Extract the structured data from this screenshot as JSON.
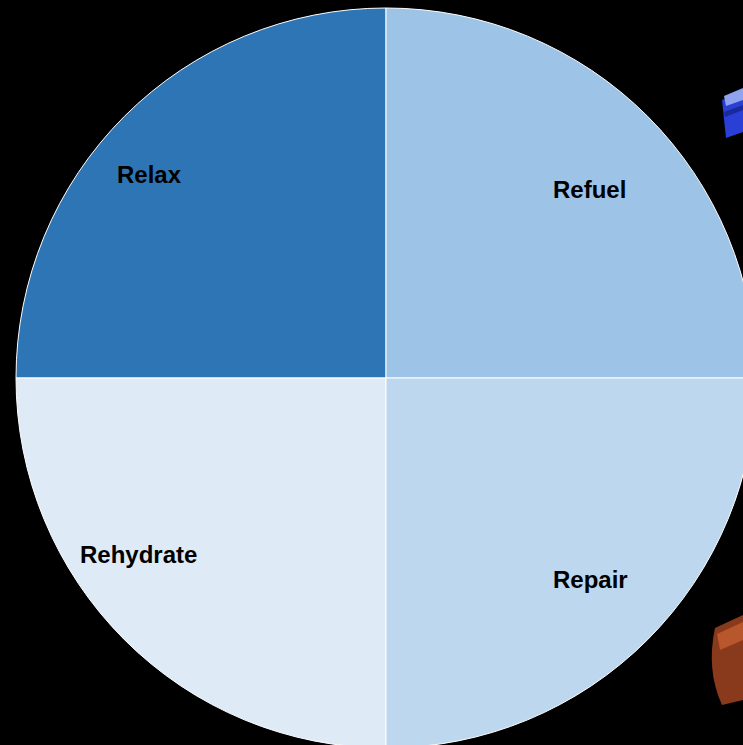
{
  "diagram": {
    "nodes": [
      {
        "text": [
          "Relax"
        ]
      },
      {
        "text": [
          "Refuel"
        ]
      },
      {
        "text": [
          "Rehydrate"
        ]
      },
      {
        "text": [
          "Repair"
        ]
      }
    ]
  }
}
